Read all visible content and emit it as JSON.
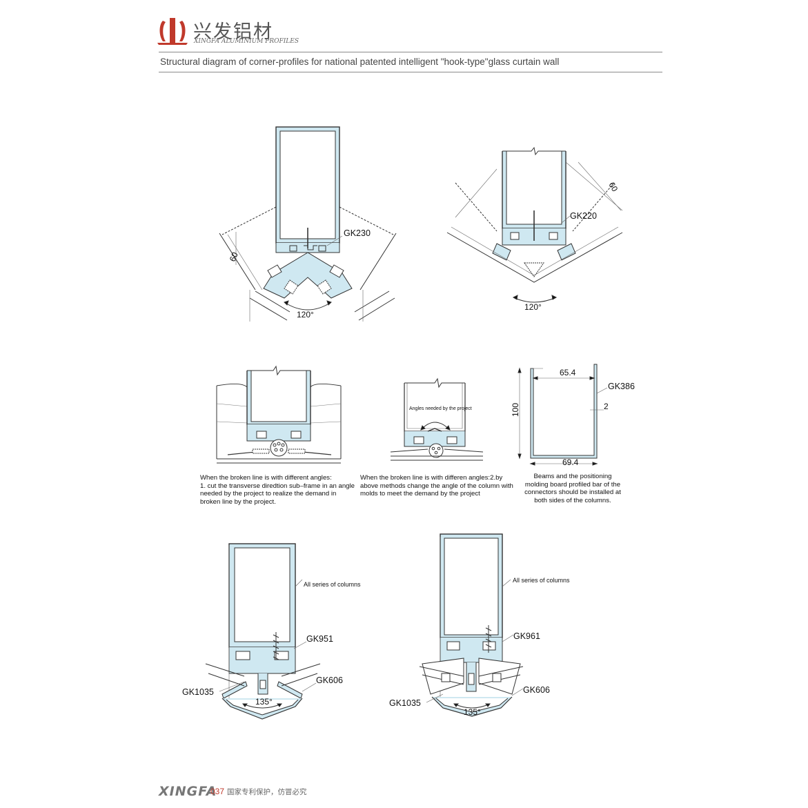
{
  "header": {
    "brand_cn": "兴发铝材",
    "brand_en": "XINGFA ALUMINIUM PROFILES",
    "title": "Structural diagram of corner-profiles for national patented intelligent \"hook-type\"glass curtain wall",
    "accent_color": "#c0392b",
    "profile_fill": "#cfe8f1",
    "logo_icon": "xingfa-logo-icon"
  },
  "figures": {
    "fig1": {
      "code": "GK230",
      "dimension": "60",
      "angle": "120°"
    },
    "fig2": {
      "code": "GK220",
      "dimension": "60",
      "angle": "120°"
    },
    "fig3": {
      "caption": "When the broken line is with different angles:\n1. cut the transverse diredtion sub–frame in an angle\nneeded by the project to realize the demand in\nbroken line by the project."
    },
    "fig4": {
      "note": "Angles needed by the project",
      "caption": "When the broken line is with differen angles:2.by\nabove methods change the angle of the column with\nmolds to meet the demand by the project"
    },
    "fig5": {
      "code": "GK386",
      "dim_top": "65.4",
      "dim_bottom": "69.4",
      "dim_height": "100",
      "dim_thickness": "2",
      "caption": "Beams and the positioning\nmolding board profiled bar of the\nconnectors should be installed at\nboth sides of the columns."
    },
    "fig6": {
      "column_label": "All series of columns",
      "code_top": "GK951",
      "code_left": "GK1035",
      "code_right": "GK606",
      "angle": "135°"
    },
    "fig7": {
      "column_label": "All series of columns",
      "code_top": "GK961",
      "code_left": "GK1035",
      "code_right": "GK606",
      "angle": "135°"
    }
  },
  "footer": {
    "brand": "XINGFA",
    "page": "037",
    "note": "国家专利保护，仿冒必究"
  }
}
